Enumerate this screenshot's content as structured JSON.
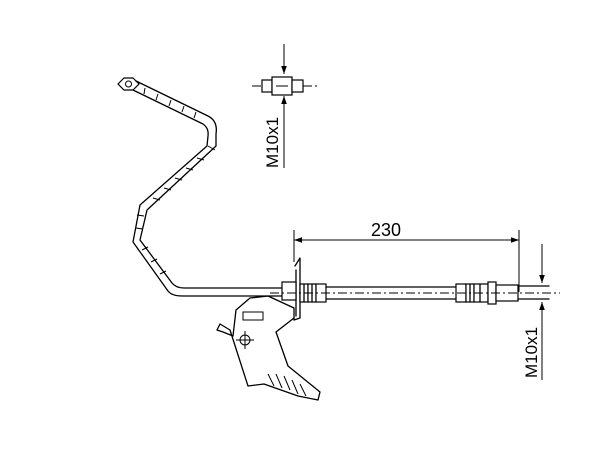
{
  "diagram": {
    "dimension_length": "230",
    "thread_top": "M10x1",
    "thread_right": "M10x1"
  }
}
